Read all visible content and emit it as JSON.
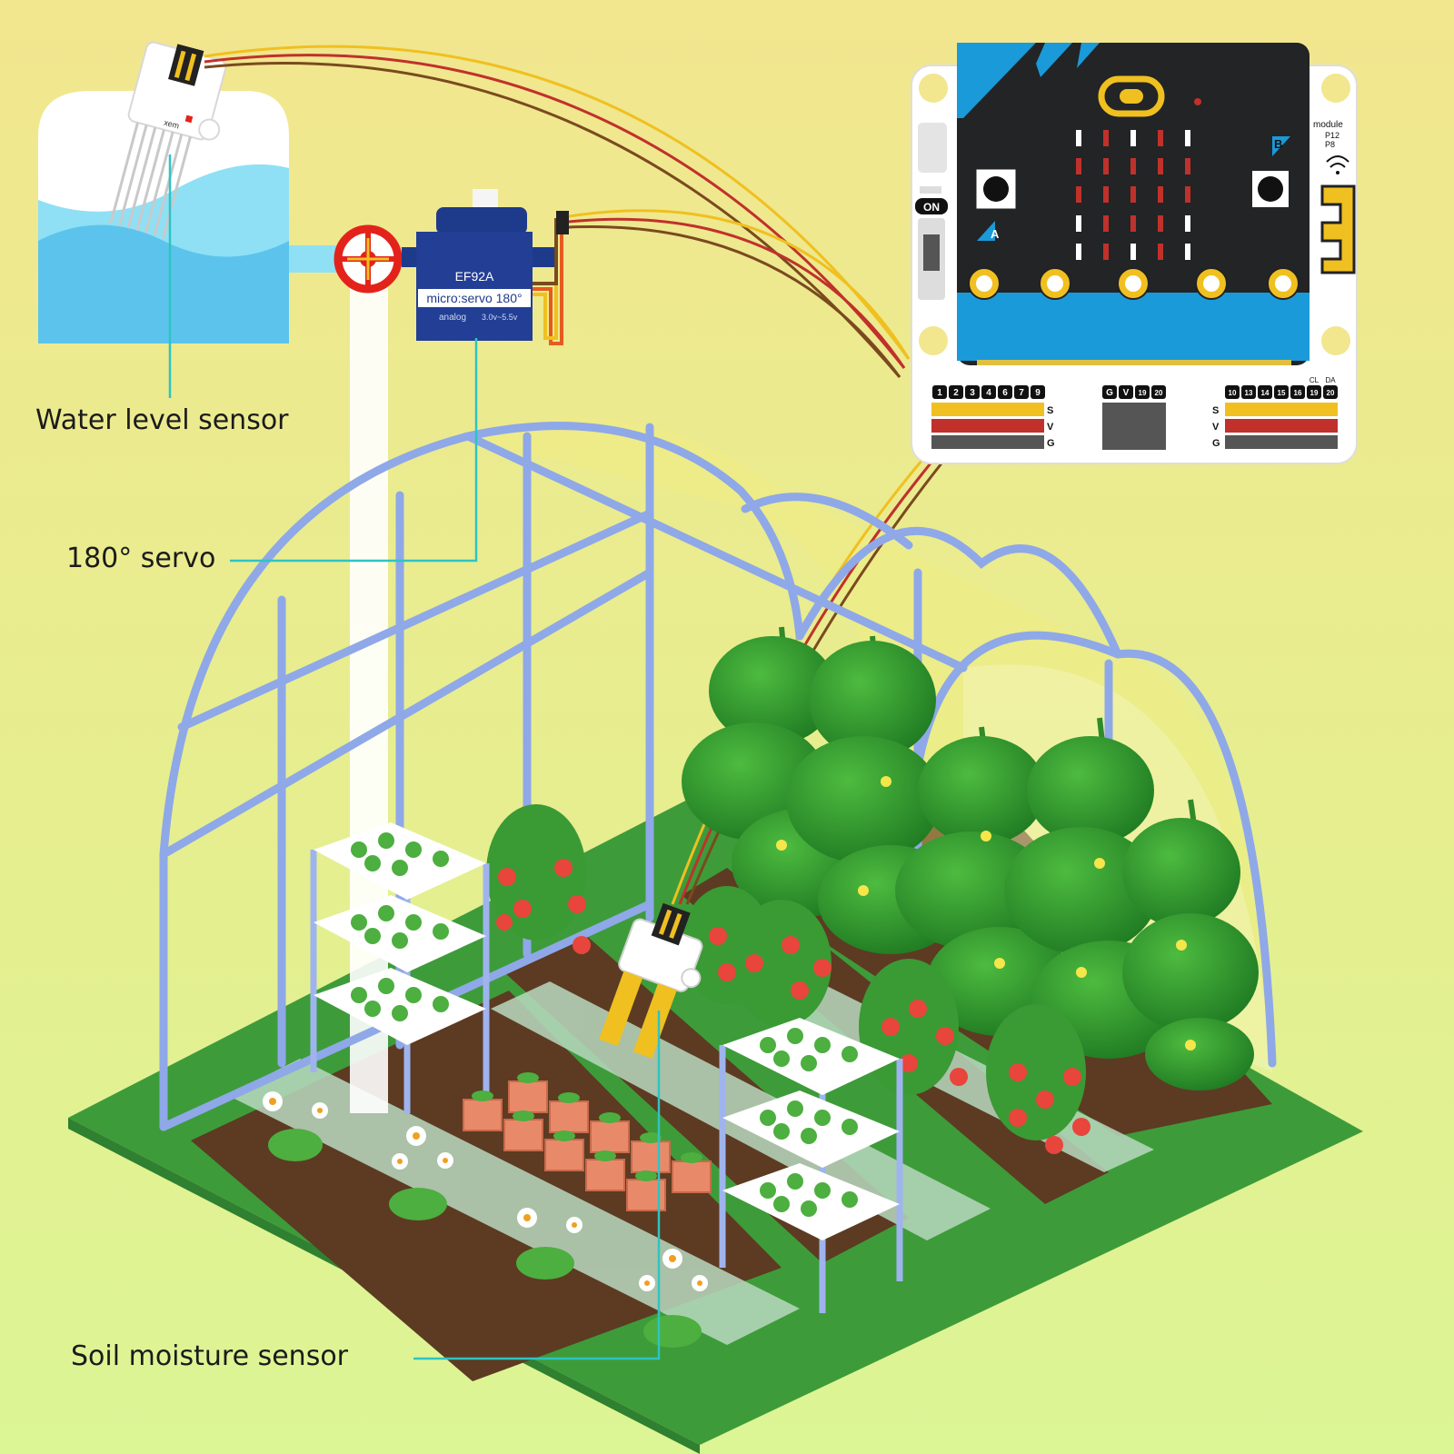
{
  "labels": {
    "water_level_sensor": "Water level sensor",
    "servo": "180° servo",
    "soil_moisture_sensor": "Soil moisture sensor"
  },
  "servo_body": {
    "model": "EF92A",
    "name": "micro:servo 180°",
    "type": "analog",
    "voltage": "3.0v~5.5v"
  },
  "water_sensor": {
    "marking": "xem"
  },
  "board": {
    "on_label": "ON",
    "button_a": "A",
    "button_b": "B",
    "module_label": "module",
    "module_pins": [
      "P12",
      "P8"
    ],
    "left_pins": [
      "1",
      "2",
      "3",
      "4",
      "6",
      "7",
      "9"
    ],
    "mid_pins": [
      "G",
      "V",
      "19",
      "20"
    ],
    "right_pins": [
      "10",
      "13",
      "14",
      "15",
      "16",
      "19",
      "20"
    ],
    "right_top": [
      "CL",
      "DA"
    ],
    "row_labels": [
      "S",
      "V",
      "G"
    ]
  },
  "colors": {
    "background_top": "#f2e68f",
    "background_bottom": "#dcf595",
    "wire_yellow": "#f0c020",
    "wire_red": "#c0312b",
    "wire_brown": "#7a4a1e",
    "frame": "#8fa8e8",
    "callout_line": "#2ec4c4",
    "grass": "#3e9b3a",
    "soil": "#5c3b22",
    "microbit_blue": "#1a9ad8"
  }
}
